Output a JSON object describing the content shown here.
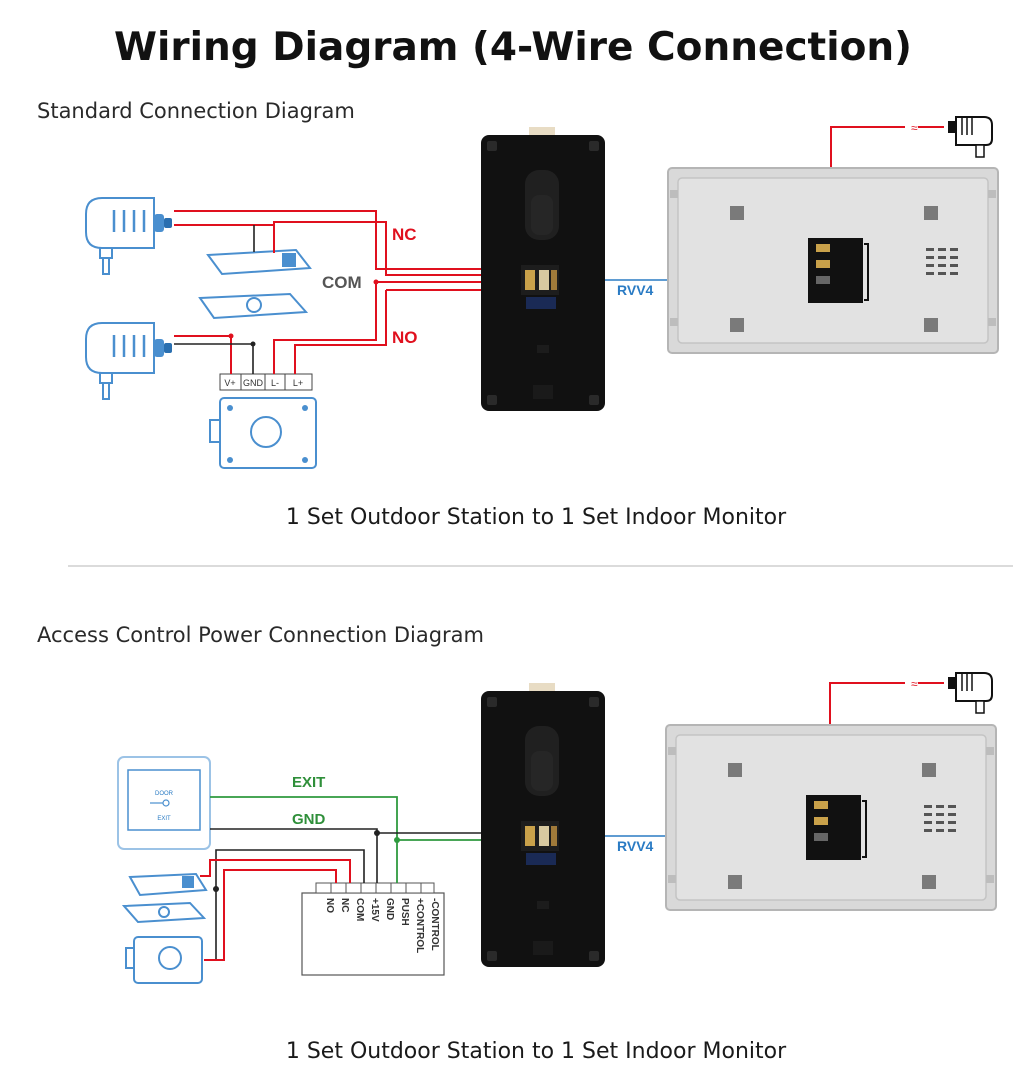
{
  "title": "Wiring Diagram (4-Wire Connection)",
  "section1": {
    "heading": "Standard Connection Diagram",
    "caption": "1 Set Outdoor Station to 1 Set Indoor Monitor",
    "labels": {
      "nc": "NC",
      "com": "COM",
      "no": "NO",
      "cable": "RVV4"
    },
    "lock_terminals": [
      "V+",
      "GND",
      "L-",
      "L+"
    ]
  },
  "section2": {
    "heading": "Access Control Power Connection Diagram",
    "caption": "1 Set Outdoor Station to 1 Set Indoor Monitor",
    "labels": {
      "exit": "EXIT",
      "gnd": "GND",
      "cable": "RVV4"
    },
    "exit_button": {
      "line1": "DOOR",
      "line2": "EXIT"
    },
    "power_terminals": [
      "NO",
      "NC",
      "COM",
      "+15V",
      "GND",
      "PUSH",
      "+CONTROL",
      "-CONTROL"
    ]
  },
  "colors": {
    "wire_red": "#e0101e",
    "wire_black": "#222222",
    "wire_blue": "#2a7bc4",
    "wire_green": "#2f9a3f",
    "device_outline": "#4a8fcf",
    "outdoor_station": "#111111",
    "indoor_monitor": "#d6d6d6"
  }
}
